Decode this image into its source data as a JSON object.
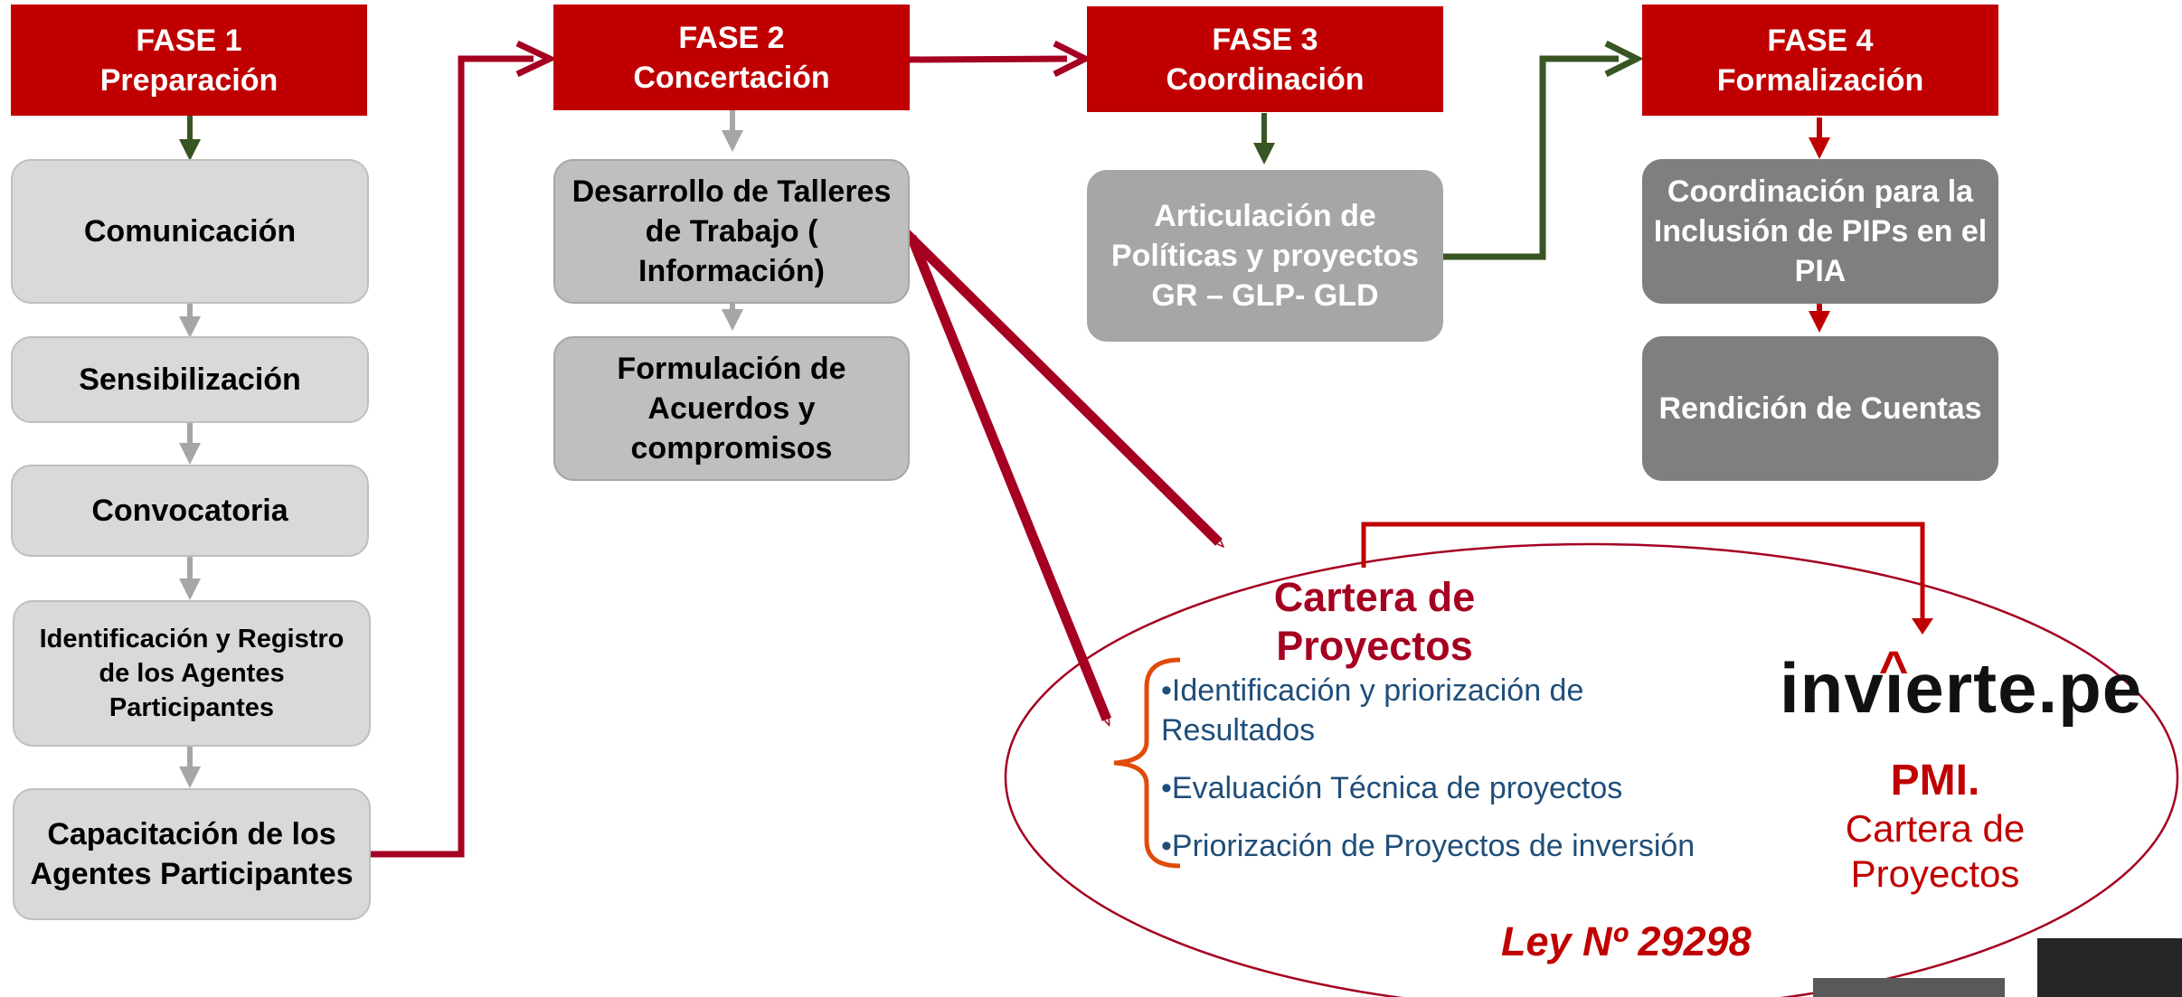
{
  "phases": [
    {
      "title": "FASE 1",
      "subtitle": "Preparación"
    },
    {
      "title": "FASE 2",
      "subtitle": "Concertación"
    },
    {
      "title": "FASE 3",
      "subtitle": "Coordinación"
    },
    {
      "title": "FASE 4",
      "subtitle": "Formalización"
    }
  ],
  "phase1_steps": [
    "Comunicación",
    "Sensibilización",
    "Convocatoria",
    "Identificación y Registro de los Agentes Participantes",
    "Capacitación de los Agentes Participantes"
  ],
  "phase2_steps": [
    "Desarrollo de Talleres de Trabajo ( Información)",
    "Formulación de Acuerdos y compromisos"
  ],
  "phase3_steps": [
    "Articulación de Políticas y proyectos GR – GLP- GLD"
  ],
  "phase4_steps": [
    "Coordinación para la Inclusión de PIPs en el PIA",
    "Rendición de Cuentas"
  ],
  "cartera": {
    "title": "Cartera de Proyectos",
    "bullets": [
      "•Identificación y priorización de Resultados",
      "•Evaluación Técnica de proyectos",
      "•Priorización de Proyectos de inversión"
    ]
  },
  "logo": {
    "text_pre": "inv",
    "text_post": "erte.pe",
    "accent_color": "#c00000"
  },
  "pmi": {
    "title": "PMI.",
    "subtitle": "Cartera de Proyectos"
  },
  "law": "Ley Nº 29298",
  "colors": {
    "phase_red": "#c00000",
    "green_arrow": "#375623",
    "dark_red_arrow": "#a50021",
    "bullet_blue": "#1f4e79"
  }
}
